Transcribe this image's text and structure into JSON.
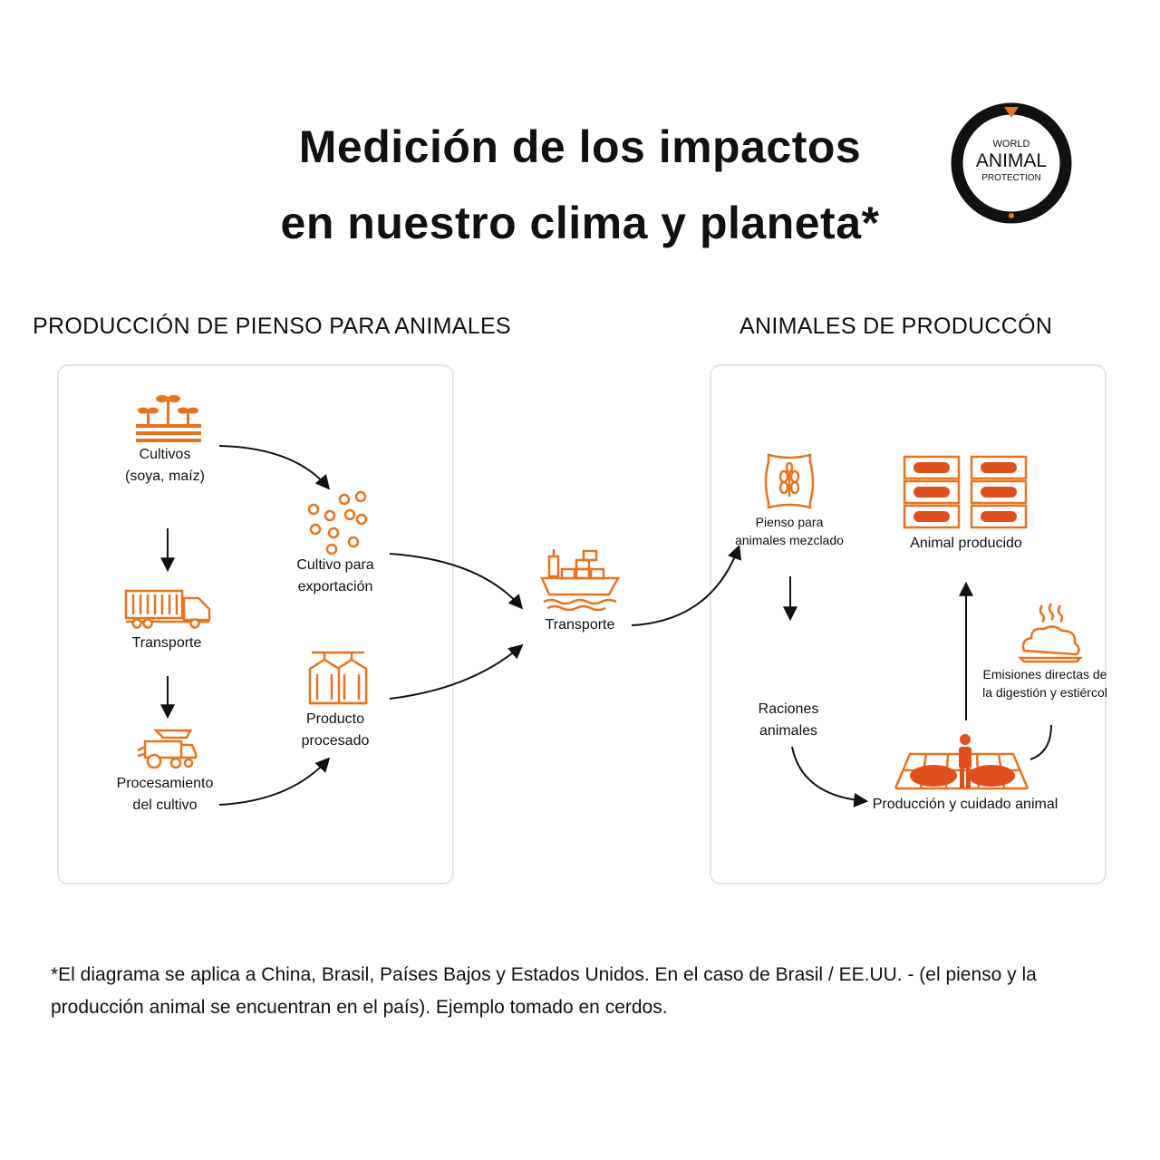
{
  "title": {
    "line1": "Medición de los impactos",
    "line2": "en nuestro clima y planeta*"
  },
  "logo": {
    "line1": "WORLD",
    "line2": "ANIMAL",
    "line3": "PROTECTION"
  },
  "sections": {
    "feed": {
      "heading": "PRODUCCIÓN DE PIENSO PARA ANIMALES"
    },
    "animals": {
      "heading": "ANIMALES DE PRODUCCÓN"
    }
  },
  "nodes": {
    "crops": {
      "line1": "Cultivos",
      "line2": "(soya, maíz)",
      "icon": "sprouts-field-icon"
    },
    "truck": {
      "line1": "Transporte",
      "icon": "truck-icon"
    },
    "processing": {
      "line1": "Procesamiento",
      "line2": "del cultivo",
      "icon": "harvester-icon"
    },
    "export": {
      "line1": "Cultivo para",
      "line2": "exportación",
      "icon": "grains-icon"
    },
    "processed": {
      "line1": "Producto",
      "line2": "procesado",
      "icon": "silos-icon"
    },
    "ship": {
      "line1": "Transporte",
      "icon": "cargo-ship-icon"
    },
    "mixed_feed": {
      "line1": "Pienso para",
      "line2": "animales mezclado",
      "icon": "feed-sack-icon"
    },
    "rations": {
      "line1": "Raciones",
      "line2": "animales"
    },
    "care": {
      "line1": "Producción y cuidado animal",
      "icon": "pig-pen-icon"
    },
    "emissions": {
      "line1": "Emisiones directas de",
      "line2": "la digestión y estiércol",
      "icon": "manure-icon"
    },
    "produced": {
      "line1": "Animal producido",
      "icon": "meat-trays-icon"
    }
  },
  "colors": {
    "accent": "#e8731e",
    "text": "#111111",
    "panel_border": "#e6e6e6"
  },
  "footnote": {
    "text": "*El diagrama se aplica a China, Brasil, Países Bajos y Estados Unidos. En el caso de Brasil / EE.UU. - (el pienso y la producción animal se encuentran en el país). Ejemplo tomado en cerdos."
  }
}
